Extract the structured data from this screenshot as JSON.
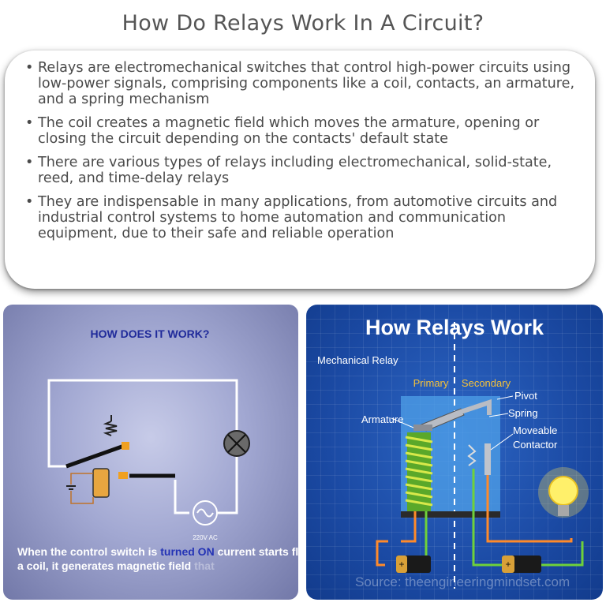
{
  "page": {
    "title": "How Do Relays Work In A Circuit?"
  },
  "summary": {
    "bullets": [
      "Relays are electromechanical switches that control high-power circuits using low-power signals, comprising components like a coil, contacts, an armature, and a spring mechanism",
      "The coil creates a magnetic field which moves the armature, opening or closing the circuit depending on the contacts' default state",
      "There are various types of relays including electromechanical, solid-state, reed, and time-delay relays",
      "They are indispensable in many applications, from automotive circuits and industrial control systems to home automation and communication equipment, due to their safe and reliable operation"
    ],
    "bullet_char": "•"
  },
  "left_panel": {
    "heading": "HOW DOES IT WORK?",
    "source_label": "220V AC",
    "caption_line1_pre": "When the control switch is ",
    "caption_line1_highlight": "turned ON",
    "caption_line1_post": " current starts flowing through",
    "caption_line2_pre": "a coil, it generates magnetic field ",
    "caption_line2_faded": "that",
    "colors": {
      "heading": "#1f2a9a",
      "highlight": "#2433b5",
      "caption": "#ffffff"
    }
  },
  "right_panel": {
    "title": "How Relays Work",
    "subtitle": "Mechanical Relay",
    "primary_label": "Primary",
    "secondary_label": "Secondary",
    "labels": {
      "armature": "Armature",
      "pivot": "Pivot",
      "spring": "Spring",
      "moveable": "Moveable",
      "contactor": "Contactor"
    },
    "battery_sign": "+",
    "source": "Source: theengineeringmindset.com",
    "colors": {
      "title": "#ffffff",
      "accent_label": "#f5c23a",
      "background": "#1b4aa4"
    }
  }
}
